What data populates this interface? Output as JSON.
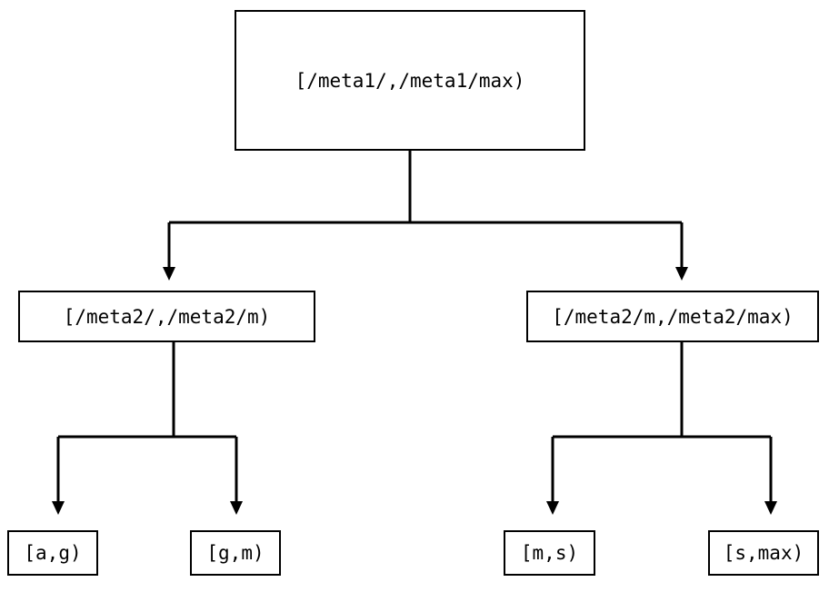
{
  "diagram": {
    "type": "range-partition-tree",
    "background_color": "#ffffff",
    "line_color": "#000000",
    "text_color": "#000000",
    "nodes": {
      "root": {
        "label": "[/meta1/,/meta1/max)",
        "level": 0
      },
      "meta2_lower": {
        "label": "[/meta2/,/meta2/m)",
        "level": 1
      },
      "meta2_upper": {
        "label": "[/meta2/m,/meta2/max)",
        "level": 1
      },
      "leaf_ag": {
        "label": "[a,g)",
        "level": 2
      },
      "leaf_gm": {
        "label": "[g,m)",
        "level": 2
      },
      "leaf_ms": {
        "label": "[m,s)",
        "level": 2
      },
      "leaf_smax": {
        "label": "[s,max)",
        "level": 2
      }
    },
    "edges": [
      {
        "from": "root",
        "to": "meta2_lower",
        "arrow": "down-triangle"
      },
      {
        "from": "root",
        "to": "meta2_upper",
        "arrow": "down-triangle"
      },
      {
        "from": "meta2_lower",
        "to": "leaf_ag",
        "arrow": "down-triangle"
      },
      {
        "from": "meta2_lower",
        "to": "leaf_gm",
        "arrow": "down-triangle"
      },
      {
        "from": "meta2_upper",
        "to": "leaf_ms",
        "arrow": "down-triangle"
      },
      {
        "from": "meta2_upper",
        "to": "leaf_smax",
        "arrow": "down-triangle"
      }
    ]
  }
}
